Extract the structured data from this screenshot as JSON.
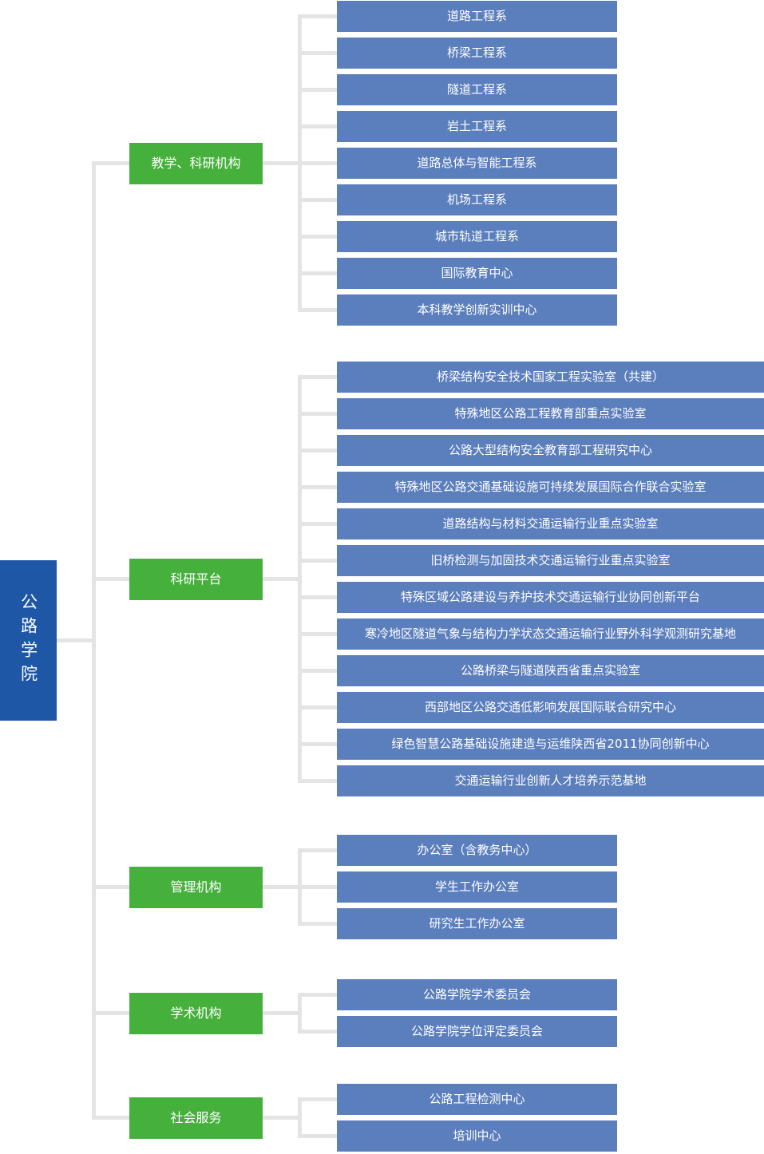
{
  "root": {
    "label": "公路学院"
  },
  "colors": {
    "root_blue": "#1e57a5",
    "item_blue": "#5b7ebd",
    "group_green": "#46b03c",
    "connector_gray": "#e4e4e4",
    "text": "#ffffff"
  },
  "groups": [
    {
      "label": "教学、科研机构",
      "items": [
        "道路工程系",
        "桥梁工程系",
        "隧道工程系",
        "岩土工程系",
        "道路总体与智能工程系",
        "机场工程系",
        "城市轨道工程系",
        "国际教育中心",
        "本科教学创新实训中心"
      ]
    },
    {
      "label": "科研平台",
      "items": [
        "桥梁结构安全技术国家工程实验室（共建）",
        "特殊地区公路工程教育部重点实验室",
        "公路大型结构安全教育部工程研究中心",
        "特殊地区公路交通基础设施可持续发展国际合作联合实验室",
        "道路结构与材料交通运输行业重点实验室",
        "旧桥检测与加固技术交通运输行业重点实验室",
        "特殊区域公路建设与养护技术交通运输行业协同创新平台",
        "寒冷地区隧道气象与结构力学状态交通运输行业野外科学观测研究基地",
        "公路桥梁与隧道陕西省重点实验室",
        "西部地区公路交通低影响发展国际联合研究中心",
        "绿色智慧公路基础设施建造与运维陕西省2011协同创新中心",
        "交通运输行业创新人才培养示范基地"
      ]
    },
    {
      "label": "管理机构",
      "items": [
        "办公室（含教务中心）",
        "学生工作办公室",
        "研究生工作办公室"
      ]
    },
    {
      "label": "学术机构",
      "items": [
        "公路学院学术委员会",
        "公路学院学位评定委员会"
      ]
    },
    {
      "label": "社会服务",
      "items": [
        "公路工程检测中心",
        "培训中心"
      ]
    }
  ]
}
